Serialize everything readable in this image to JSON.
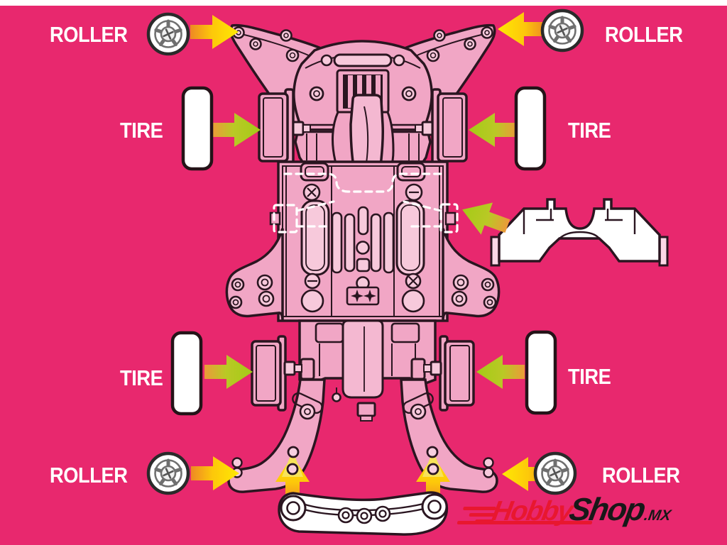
{
  "labels": {
    "roller_top_left": "ROLLER",
    "roller_top_right": "ROLLER",
    "tire_front_left": "TIRE",
    "tire_front_right": "TIRE",
    "tire_rear_left": "TIRE",
    "tire_rear_right": "TIRE",
    "roller_bottom_left": "ROLLER",
    "roller_bottom_right": "ROLLER"
  },
  "logo": {
    "hobby": "Hobby",
    "shop": "Shop",
    "tld": ".MX"
  },
  "colors": {
    "background": "#e8286e",
    "top_strip": "#ffffff",
    "label_text": "#ffffff",
    "chassis_pink": "#f1a6c5",
    "chassis_pink_light": "#f7c9db",
    "outline": "#2a1520",
    "arrow_yellow": "#ffe903",
    "arrow_orange": "#ee8824",
    "arrow_green": "#a4ca17",
    "part_white": "#ffffff",
    "highlight_yellow": "#f7e35a",
    "logo_red": "#e8172f",
    "logo_black": "#181818"
  },
  "icons": {
    "roller": "roller-wheel-icon",
    "tire": "tire-icon",
    "yellow_arrow": "yellow-arrow-icon",
    "green_arrow": "green-arrow-icon"
  }
}
